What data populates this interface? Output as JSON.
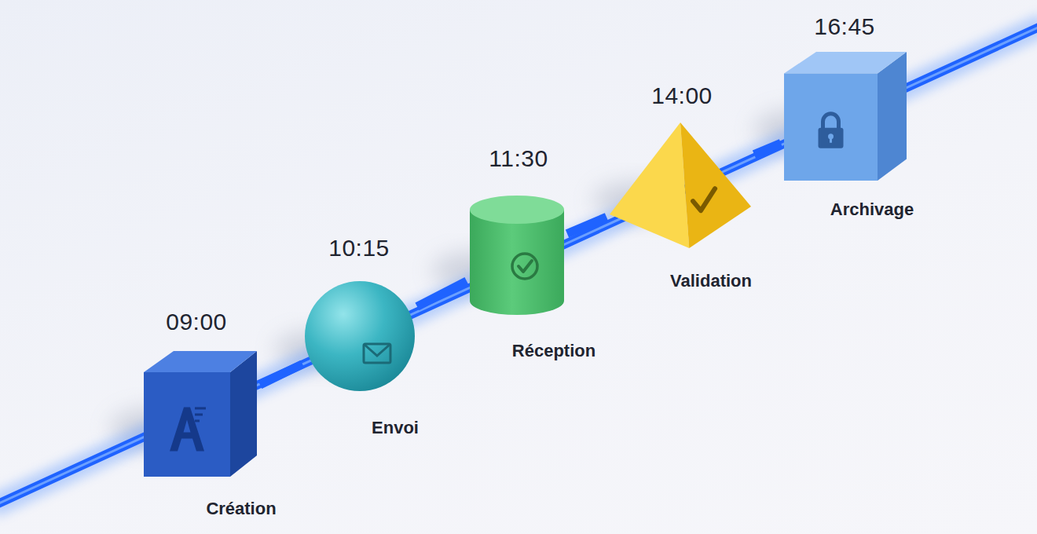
{
  "diagram": {
    "nodes": [
      {
        "text": [
          "09:00",
          "Création"
        ]
      },
      {
        "text": [
          "10:15",
          "Envoi"
        ]
      },
      {
        "text": [
          "11:30",
          "Réception"
        ]
      },
      {
        "text": [
          "14:00",
          "Validation"
        ]
      },
      {
        "text": [
          "16:45",
          "Archivage"
        ]
      }
    ],
    "edges": [
      {
        "from": 0,
        "to": 1,
        "arrow": "none"
      },
      {
        "from": 1,
        "to": 2,
        "arrow": "none"
      },
      {
        "from": 2,
        "to": 3,
        "arrow": "none"
      },
      {
        "from": 3,
        "to": 4,
        "arrow": "none"
      }
    ]
  }
}
